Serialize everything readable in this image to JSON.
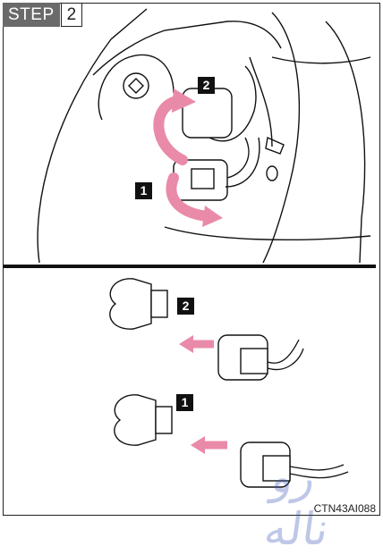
{
  "step": {
    "word": "STEP",
    "number": "2"
  },
  "callouts": {
    "top_badge_a": "2",
    "top_badge_b": "1",
    "bottom_badge_a": "2",
    "bottom_badge_b": "1"
  },
  "figure_code": "CTN43AI088",
  "watermark": "ﺭﻭ ﻧﺎﻟﻪ",
  "colors": {
    "arrow_pink": "#e98aa8",
    "ink": "#111111",
    "step_gray": "#6a6a6a"
  }
}
